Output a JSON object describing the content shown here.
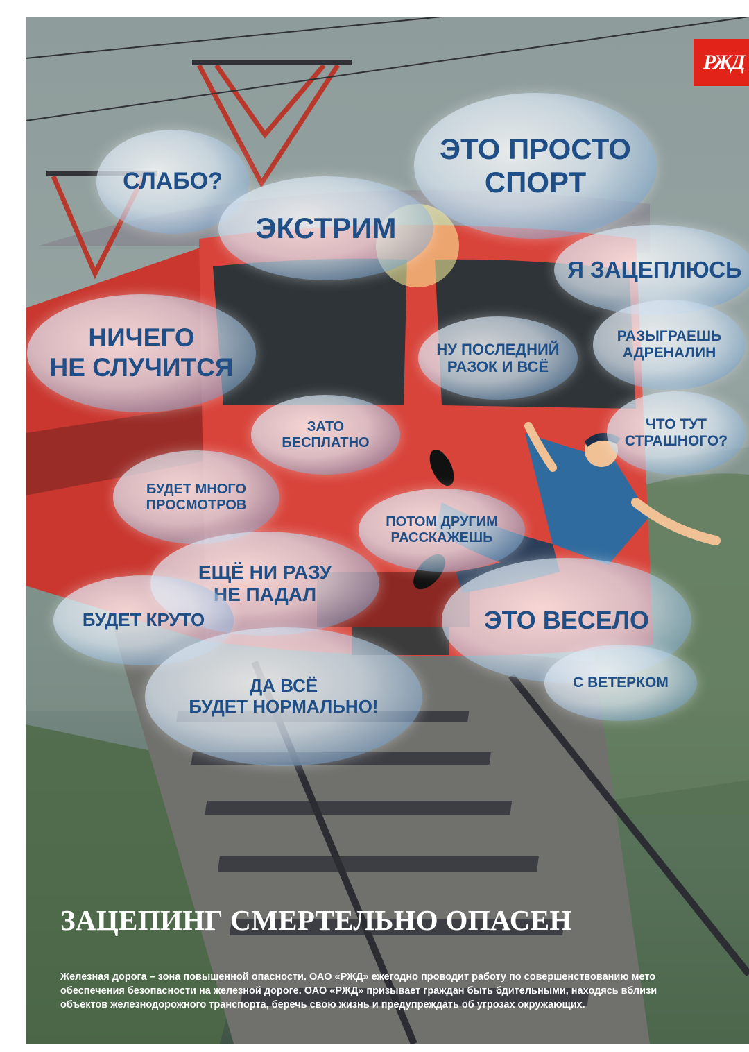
{
  "logo": {
    "text": "РЖД",
    "color": "#e2231a"
  },
  "clouds": [
    {
      "text": "СЛАБО?"
    },
    {
      "text": "ЭТО ПРОСТО\nСПОРТ"
    },
    {
      "text": "ЭКСТРИМ"
    },
    {
      "text": "Я ЗАЦЕПЛЮСЬ"
    },
    {
      "text": "НИЧЕГО\nНЕ СЛУЧИТСЯ"
    },
    {
      "text": "НУ ПОСЛЕДНИЙ\nРАЗОК И ВСЁ"
    },
    {
      "text": "РАЗЫГРАЕШЬ\nАДРЕНАЛИН"
    },
    {
      "text": "ЗАТО\nБЕСПЛАТНО"
    },
    {
      "text": "ЧТО ТУТ\nСТРАШНОГО?"
    },
    {
      "text": "БУДЕТ МНОГО\nПРОСМОТРОВ"
    },
    {
      "text": "ПОТОМ ДРУГИМ\nРАССКАЖЕШЬ"
    },
    {
      "text": "ЕЩЁ НИ РАЗУ\nНЕ ПАДАЛ"
    },
    {
      "text": "БУДЕТ КРУТО"
    },
    {
      "text": "ЭТО ВЕСЕЛО"
    },
    {
      "text": "С ВЕТЕРКОМ"
    },
    {
      "text": "ДА ВСЁ\nБУДЕТ НОРМАЛЬНО!"
    }
  ],
  "headline": "ЗАЦЕПИНГ СМЕРТЕЛЬНО ОПАСЕН",
  "body_lines": [
    "Железная дорога – зона повышенной опасности. ОАО «РЖД» ежегодно проводит работу по совершенствованию мето",
    "обеспечения безопасности на железной дороге. ОАО «РЖД» призывает граждан быть бдительными, находясь вблизи",
    "объектов железнодорожного транспорта, беречь свою жизнь и предупреждать об угрозах окружающих."
  ]
}
